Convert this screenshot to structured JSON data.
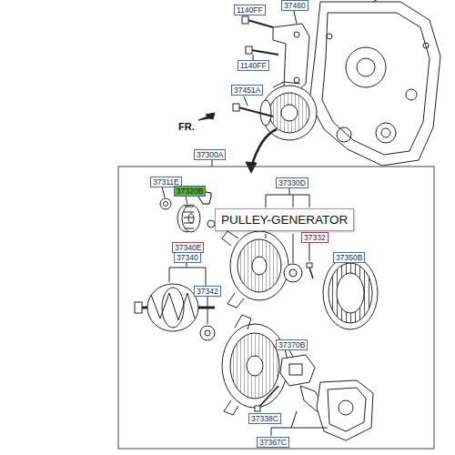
{
  "diagram": {
    "nodes": [
      {
        "text": [
          "PULLEY-GENERATOR"
        ]
      }
    ],
    "labels": [
      "37460",
      "1140FF",
      "1140FF",
      "37451A",
      "FR.",
      "37300A",
      "37311E",
      "37320B",
      "37330D",
      "37332",
      "37340E",
      "37340",
      "37350B",
      "37342",
      "37370B",
      "37338C",
      "37367C"
    ]
  }
}
